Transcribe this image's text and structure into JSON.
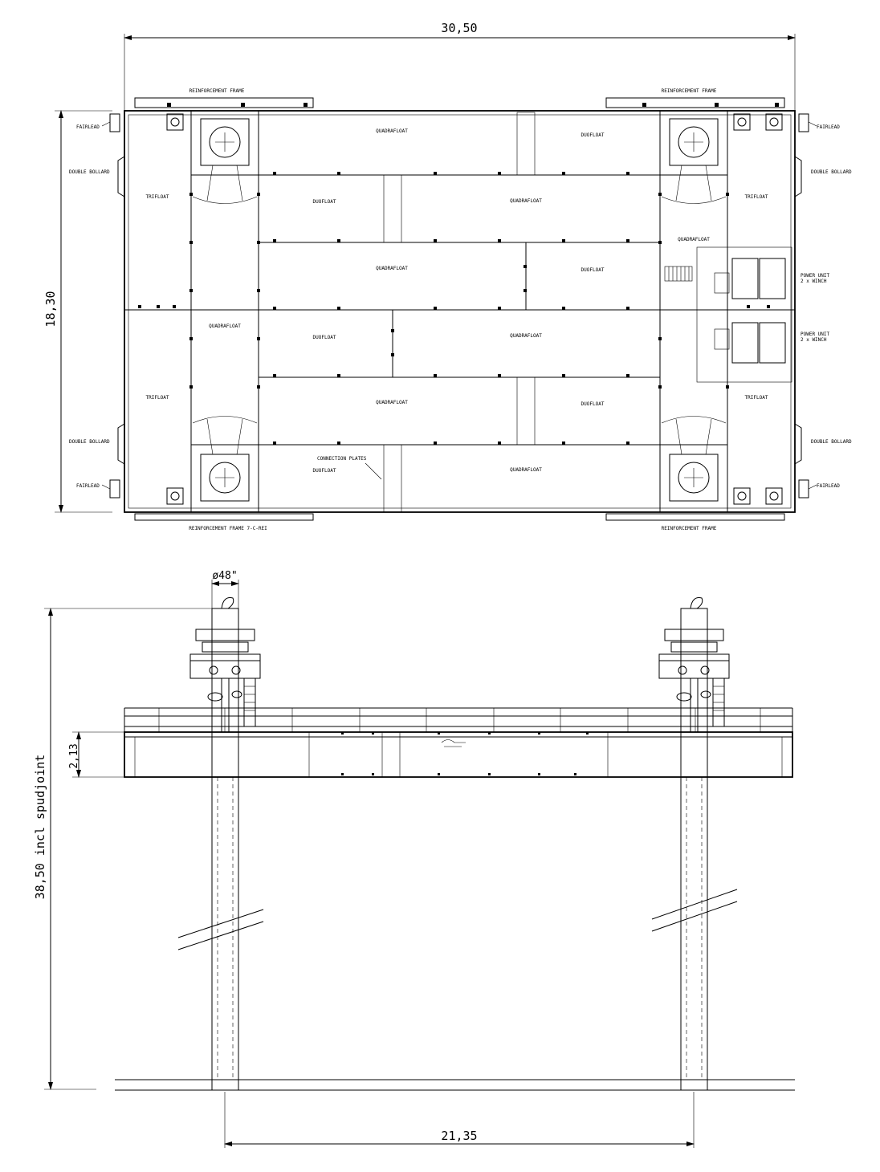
{
  "dimensions": {
    "overall_length": "30,50",
    "overall_width": "18,30",
    "spud_diameter": "ø48\"",
    "pontoon_height": "2,13",
    "spud_length": "38,50 incl spudjoint",
    "spud_spacing": "21,35"
  },
  "labels": {
    "reinforcement_frame": "REINFORCEMENT FRAME",
    "reinforcement_frame_ts": "REINFORCEMENT FRAME 7-C-REI",
    "fairlead": "FAIRLEAD",
    "double_bollard": "DOUBLE BOLLARD",
    "trifloat": "TRIFLOAT",
    "quadrafloat": "QUADRAFLOAT",
    "duofloat": "DUOFLOAT",
    "connection_plates": "CONNECTION PLATES",
    "power_unit": "POWER UNIT",
    "winch": "2 x WINCH"
  }
}
